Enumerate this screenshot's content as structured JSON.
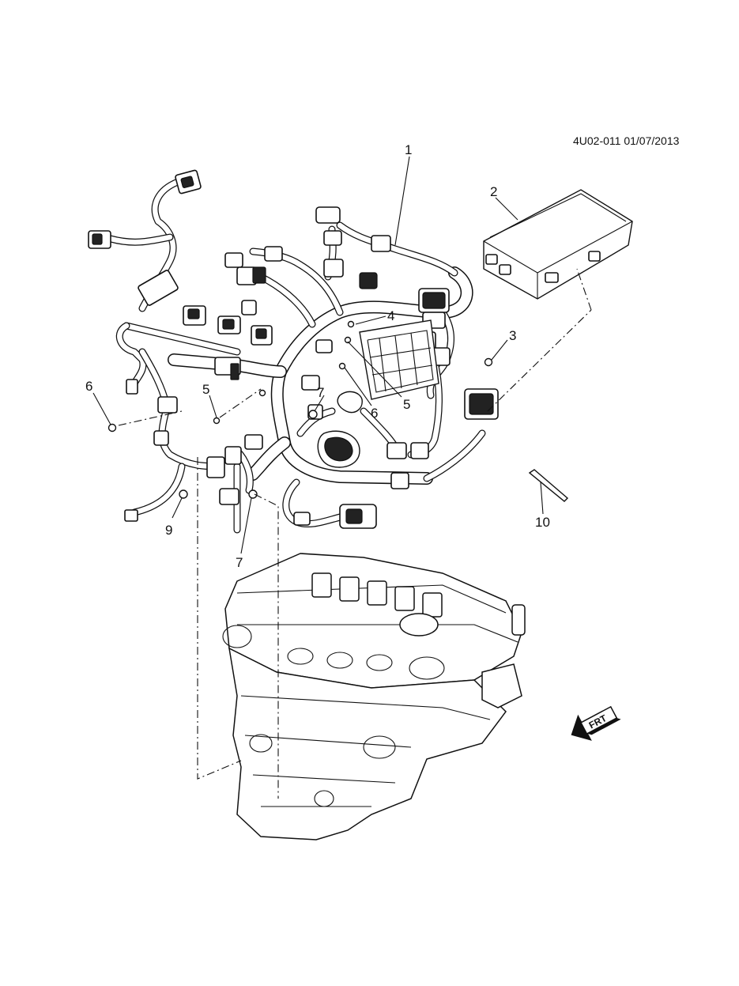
{
  "document_id": "4U02-011 01/07/2013",
  "orientation_marker": "FRT",
  "callouts": [
    "1",
    "2",
    "3",
    "4",
    "5",
    "6",
    "7",
    "5",
    "6",
    "7",
    "9",
    "10"
  ]
}
